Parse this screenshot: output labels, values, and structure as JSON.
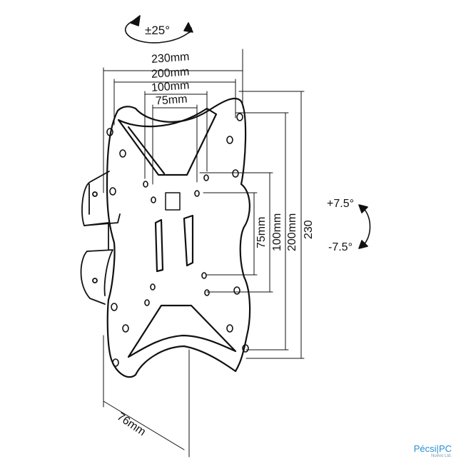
{
  "rotation": {
    "swivel": "±25°",
    "tilt_up": "+7.5°",
    "tilt_down": "-7.5°"
  },
  "horizontal_dims": [
    "230mm",
    "200mm",
    "100mm",
    "75mm"
  ],
  "vertical_dims": [
    "75mm",
    "100mm",
    "200mm",
    "230"
  ],
  "depth": "76mm",
  "watermark": {
    "text_left": "Pécsi",
    "text_right": "PC",
    "sub": "Nuevo Ltd.",
    "colors": {
      "left": "#2a8fd1",
      "right": "#2a8fd1"
    }
  }
}
